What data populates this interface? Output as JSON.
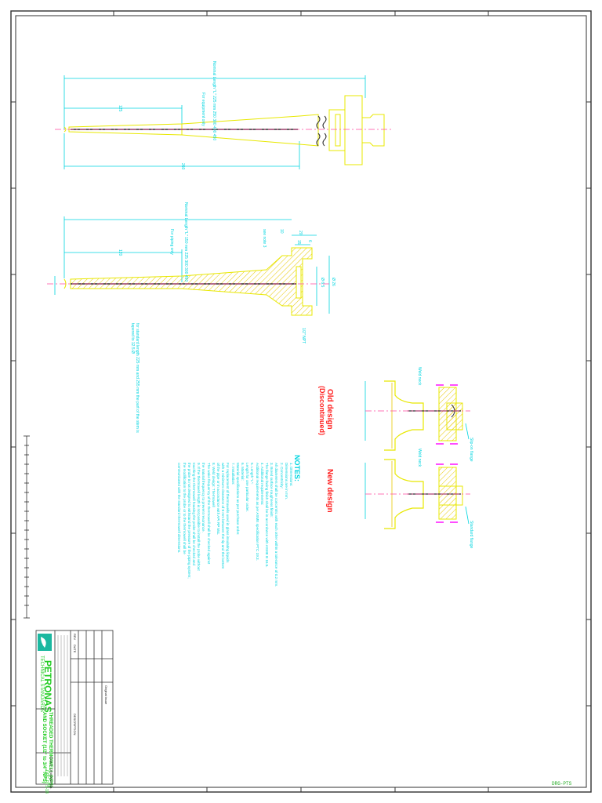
{
  "drawing": {
    "title_lines": [
      "THREADED THERMOWELL (NPS)",
      "AND SOCKET (1/2\" to 3/4\" NPS)"
    ],
    "company": "PETRONAS",
    "standard_header": "TECHNICAL STANDARDS",
    "scale_label": "SCALE",
    "drawing_no_label": "DRAWING No.",
    "drawing_no": "DRG-PTS-18",
    "rev_label": "REV",
    "date_label": "DATE",
    "description_label": "DESCRIPTION",
    "remarks_label": "Original issue",
    "footer_code": "DRG-PTS"
  },
  "dimensions": {
    "upper_length": "260",
    "upper_shank": "125",
    "upper_nominal": "Nominal Length \"L\" 225 mm 250 300 400 450",
    "upper_note": "For equipment only",
    "lower_length": "120",
    "lower_nominal": "Nominal Length \"L\" 150 mm 225 300 300 450",
    "lower_note": "For piping only",
    "lower_d1": "20",
    "lower_d2": "15",
    "lower_d3": "10",
    "lower_d4": "6",
    "lower_dia1": "Ø 26",
    "lower_dia2": "Ø 6.5",
    "lower_thread": "1/2\" NPT",
    "bore": "see note 3",
    "shank_note": "for standard length 225 mm and 255 mm the part of the stem is tapered to 12.5 Ø"
  },
  "notes": {
    "heading": "NOTES:",
    "items": [
      "1.  Dimensions:",
      "    Dimensions are in mm.",
      "2.  Concentricity:",
      "    All diameters shall be concentric with each other within a tolerance of 0.2 mm.",
      "3.  Bored surface roughness finish:",
      "    The flange facing finish shall be in accordance with ASME B 16.5.",
      "4.  Additional requirements:",
      "    Additional requirements as per ASME specification PTC 19.3.",
      "5.  Length \"L\":",
      "    Length for one particular order.",
      "6.  Material:",
      "    Material specifications as per purchase order.",
      "7.  Installation:",
      "    For replacement of thermowells used in glass insulating liquids",
      "    with a minimum clearance of 8 mm between the tip and the bottom",
      "    of the pipe or in accordance with API RP 551.",
      "8.  Weld design: Thermowell",
      "    The wake frequency of the thermowell shall be checked against",
      "    the natural frequency to prevent resonance.",
      "9.  If the thermowell length is not possible to install the probe without",
      "    touching the thermowell housing the probe shall be checked and",
      "    the probe is not designed to withstand the pressure of the piping system;",
      "    the modification to the probe or to the thermowell shall be",
      "    communicated with the standard thermowell dimensions."
    ]
  },
  "designs": {
    "old_title": "Old design",
    "old_subtitle": "(Discontinued)",
    "new_title": "New design",
    "old_label_top": "Weld neck",
    "old_label_bottom": "Slip-on flange",
    "new_label_top": "Weld neck",
    "new_label_bottom": "Standard flange"
  }
}
